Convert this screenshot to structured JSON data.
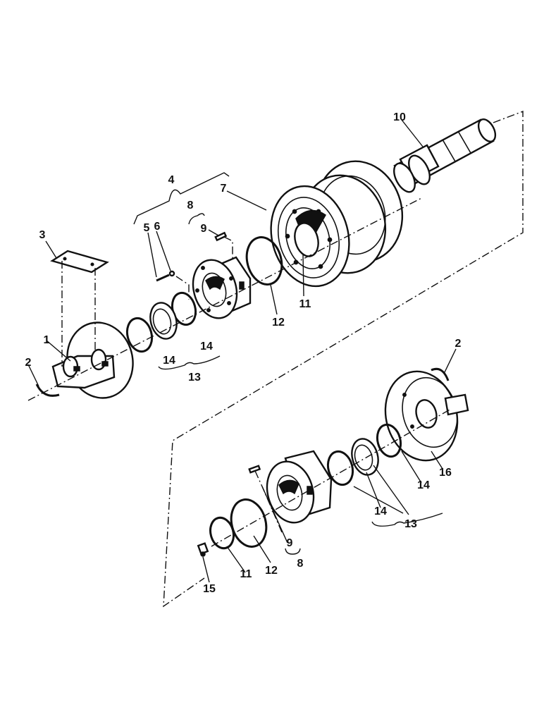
{
  "callouts": {
    "n1": "1",
    "n2a": "2",
    "n2b": "2",
    "n3": "3",
    "n4": "4",
    "n5": "5",
    "n6": "6",
    "n7": "7",
    "n8a": "8",
    "n8b": "8",
    "n9a": "9",
    "n9b": "9",
    "n10": "10",
    "n11a": "11",
    "n11b": "11",
    "n12a": "12",
    "n12b": "12",
    "n13a": "13",
    "n13b": "13",
    "n14a": "14",
    "n14b": "14",
    "n14c": "14",
    "n14d": "14",
    "n15": "15",
    "n16": "16"
  }
}
